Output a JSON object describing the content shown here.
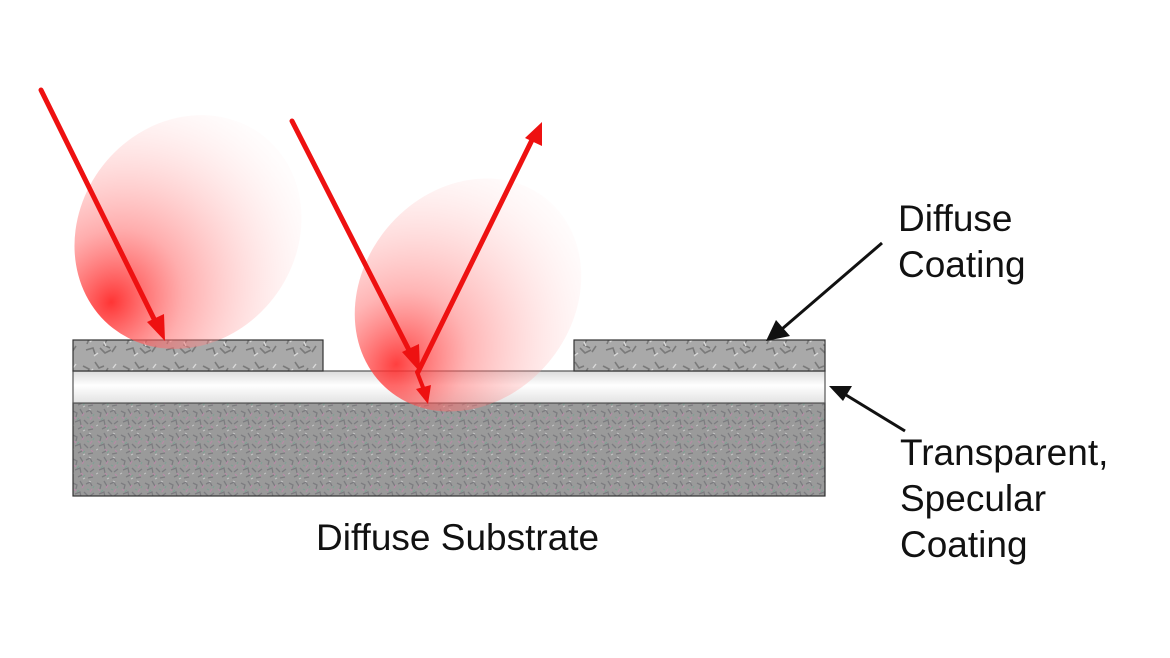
{
  "labels": {
    "diffuse_coating": [
      "Diffuse",
      "Coating"
    ],
    "transparent_specular_coating": [
      "Transparent,",
      "Specular",
      "Coating"
    ],
    "diffuse_substrate": "Diffuse Substrate"
  },
  "colors": {
    "ray": "#ee1111",
    "arrow": "#111111",
    "scatter_lobe": "#ff4d4d",
    "diffuse_coating": "#a9a9a9",
    "specular_coating": "#f2f2f2",
    "substrate": "#9a9a9a",
    "outline": "#333333"
  }
}
